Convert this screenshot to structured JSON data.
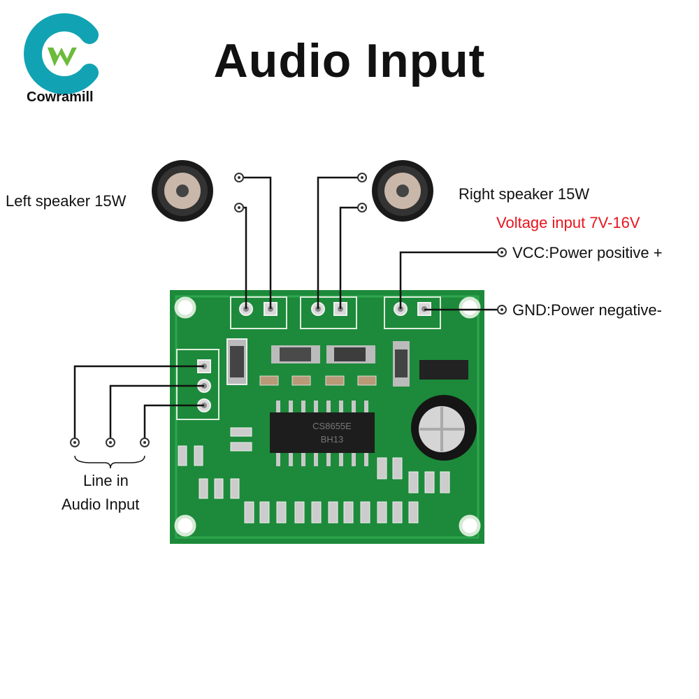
{
  "title": "Audio Input",
  "brand": {
    "name": "Cowramill",
    "logo_letter": "W",
    "ring_color": "#11a3b3",
    "w_color": "#6cbb3c"
  },
  "labels": {
    "left_speaker": "Left speaker 15W",
    "right_speaker": "Right speaker 15W",
    "voltage": "Voltage input 7V-16V",
    "vcc": "VCC:Power positive +",
    "gnd": "GND:Power negative-",
    "line_in": "Line in",
    "audio_input": "Audio Input"
  },
  "colors": {
    "voltage": "#e8141c",
    "pcb": "#1c8a3a",
    "silkscreen": "#e8f2e8"
  },
  "board": {
    "chip_line1": "CS8655E",
    "chip_line2": "BH13"
  }
}
